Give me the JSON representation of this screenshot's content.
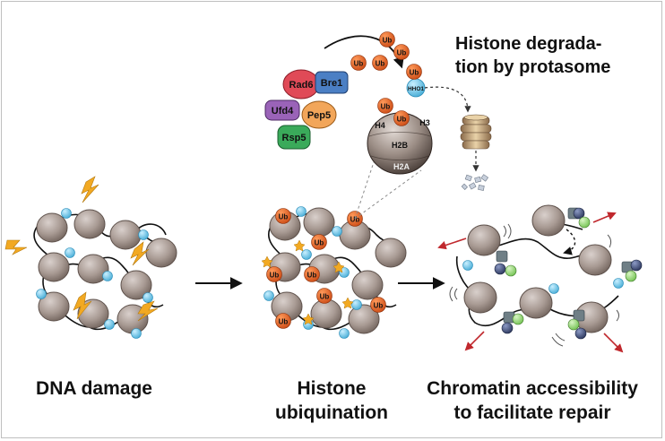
{
  "captions": {
    "dna_damage": "DNA damage",
    "ubiquitination_line1": "Histone",
    "ubiquitination_line2": "ubiquination",
    "accessibility_line1": "Chromatin accessibility",
    "accessibility_line2": "to facilitate repair"
  },
  "degradation_title": {
    "line1": "Histone degrada-",
    "line2": "tion by protasome"
  },
  "enzymes": {
    "rad6": "Rad6",
    "bre1": "Bre1",
    "ufd4": "Ufd4",
    "pep5": "Pep5",
    "rsp5": "Rsp5"
  },
  "histones": {
    "h4": "H4",
    "h3": "H3",
    "h2b": "H2B",
    "h2a": "H2A",
    "hho1": "HHO1"
  },
  "ub_label": "Ub",
  "colors": {
    "nucleosome": "#a89a93",
    "ub": "#e8621c",
    "linker_histone": "#5bc4e8",
    "rad6": "#e04a57",
    "bre1": "#4b7fc4",
    "ufd4": "#9a63b8",
    "pep5": "#f2a65a",
    "rsp5": "#3aaa5a",
    "damage": "#f2a922",
    "arrow_red": "#c0282d",
    "remodeler_gray": "#6f7f86",
    "remodeler_navy": "#2c3a66",
    "remodeler_green": "#8ed16b"
  }
}
